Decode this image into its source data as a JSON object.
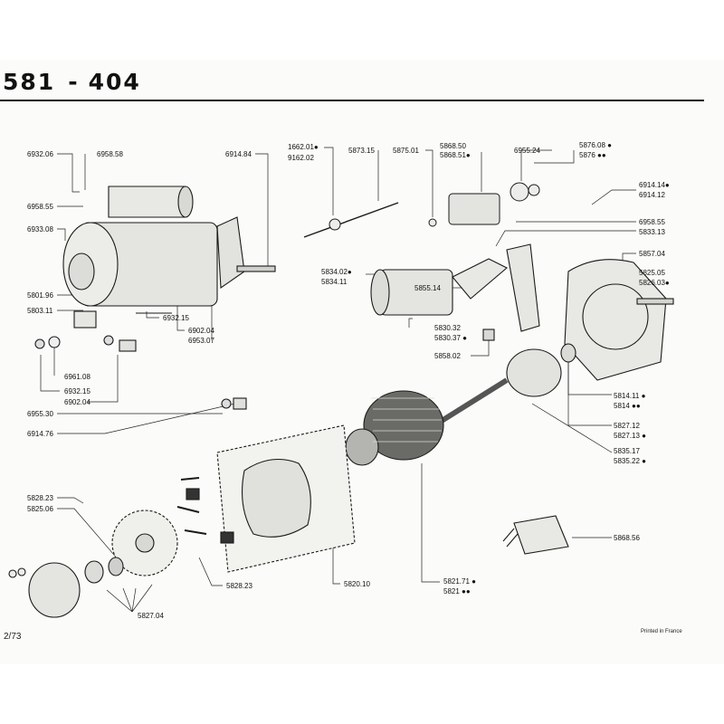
{
  "header": {
    "left": "581",
    "right": "404"
  },
  "labels": {
    "p6932_06_top": "6932.06",
    "p6958_58": "6958.58",
    "p6958_55_left": "6958.55",
    "p6933_08": "6933.08",
    "p6914_84": "6914.84",
    "p5801_96": "5801.96",
    "p5803_11": "5803.11",
    "p6932_15_a": "6932.15",
    "p6902_04_a": "6902.04",
    "p6953_07": "6953.07",
    "p6961_08": "6961.08",
    "p6932_15_b": "6932.15",
    "p6902_04_b": "6902.04",
    "p6955_30": "6955.30",
    "p6914_76": "6914.76",
    "p1662_01": "1662.01",
    "p9162_02": "9162.02",
    "p5873_15": "5873.15",
    "p5875_01": "5875.01",
    "p5868_50": "5868.50",
    "p5868_51": "5868.51",
    "p6955_24": "6955.24",
    "p5876_08": "5876.08",
    "p5876": "5876",
    "p6914_14": "6914.14",
    "p6914_12": "6914.12",
    "p6958_55_right": "6958.55",
    "p5833_13": "5833.13",
    "p5857_04": "5857.04",
    "p5834_02": "5834.02",
    "p5834_11": "5834.11",
    "p5825_05": "5825.05",
    "p5826_03": "5826.03",
    "p5855_14": "5855.14",
    "p5830_32": "5830.32",
    "p5830_37": "5830.37",
    "p5858_02": "5858.02",
    "p5814_11": "5814.11",
    "p5814": "5814",
    "p5827_12": "5827.12",
    "p5827_13": "5827.13",
    "p5835_17": "5835.17",
    "p5835_22": "5835.22",
    "p5828_23_top": "5828.23",
    "p5825_06": "5825.06",
    "p5828_23_bottom": "5828.23",
    "p5820_10": "5820.10",
    "p5821_71": "5821.71",
    "p5821": "5821",
    "p5868_56": "5868.56",
    "p5827_04": "5827.04"
  },
  "markers": {
    "single": "●",
    "double": "●●"
  },
  "footer": {
    "page": "2/73",
    "printed": "Printed in France"
  }
}
